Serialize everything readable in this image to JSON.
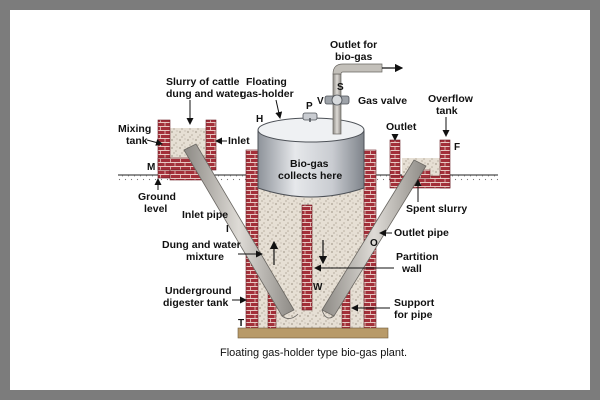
{
  "labels": {
    "slurry_title_1": "Slurry of cattle",
    "slurry_title_2": "dung and water",
    "mixing_tank_1": "Mixing",
    "mixing_tank_2": "tank",
    "inlet": "Inlet",
    "floating_1": "Floating",
    "floating_2": "gas-holder",
    "outlet_biogas_1": "Outlet for",
    "outlet_biogas_2": "bio-gas",
    "gas_valve": "Gas valve",
    "overflow_1": "Overflow",
    "overflow_2": "tank",
    "outlet": "Outlet",
    "biogas_1": "Bio-gas",
    "biogas_2": "collects here",
    "ground_1": "Ground",
    "ground_2": "level",
    "inlet_pipe": "Inlet pipe",
    "spent_slurry": "Spent slurry",
    "outlet_pipe": "Outlet pipe",
    "dung_mix_1": "Dung and water",
    "dung_mix_2": "mixture",
    "partition_1": "Partition",
    "partition_2": "wall",
    "underground_1": "Underground",
    "underground_2": "digester tank",
    "support_1": "Support",
    "support_2": "for pipe",
    "caption": "Floating gas-holder type bio-gas plant."
  },
  "letters": {
    "P": "P",
    "S": "S",
    "V": "V",
    "H": "H",
    "M": "M",
    "F": "F",
    "I": "I",
    "O": "O",
    "W": "W",
    "T": "T"
  },
  "colors": {
    "brick": "#a3303a",
    "mortar": "#d8b7b0",
    "slurry": "#e4ddd2",
    "tank_body": "#d4d6da",
    "tank_top": "#eef0f2",
    "pipe": "#b9b6b0",
    "ground": "#c9b08a"
  }
}
